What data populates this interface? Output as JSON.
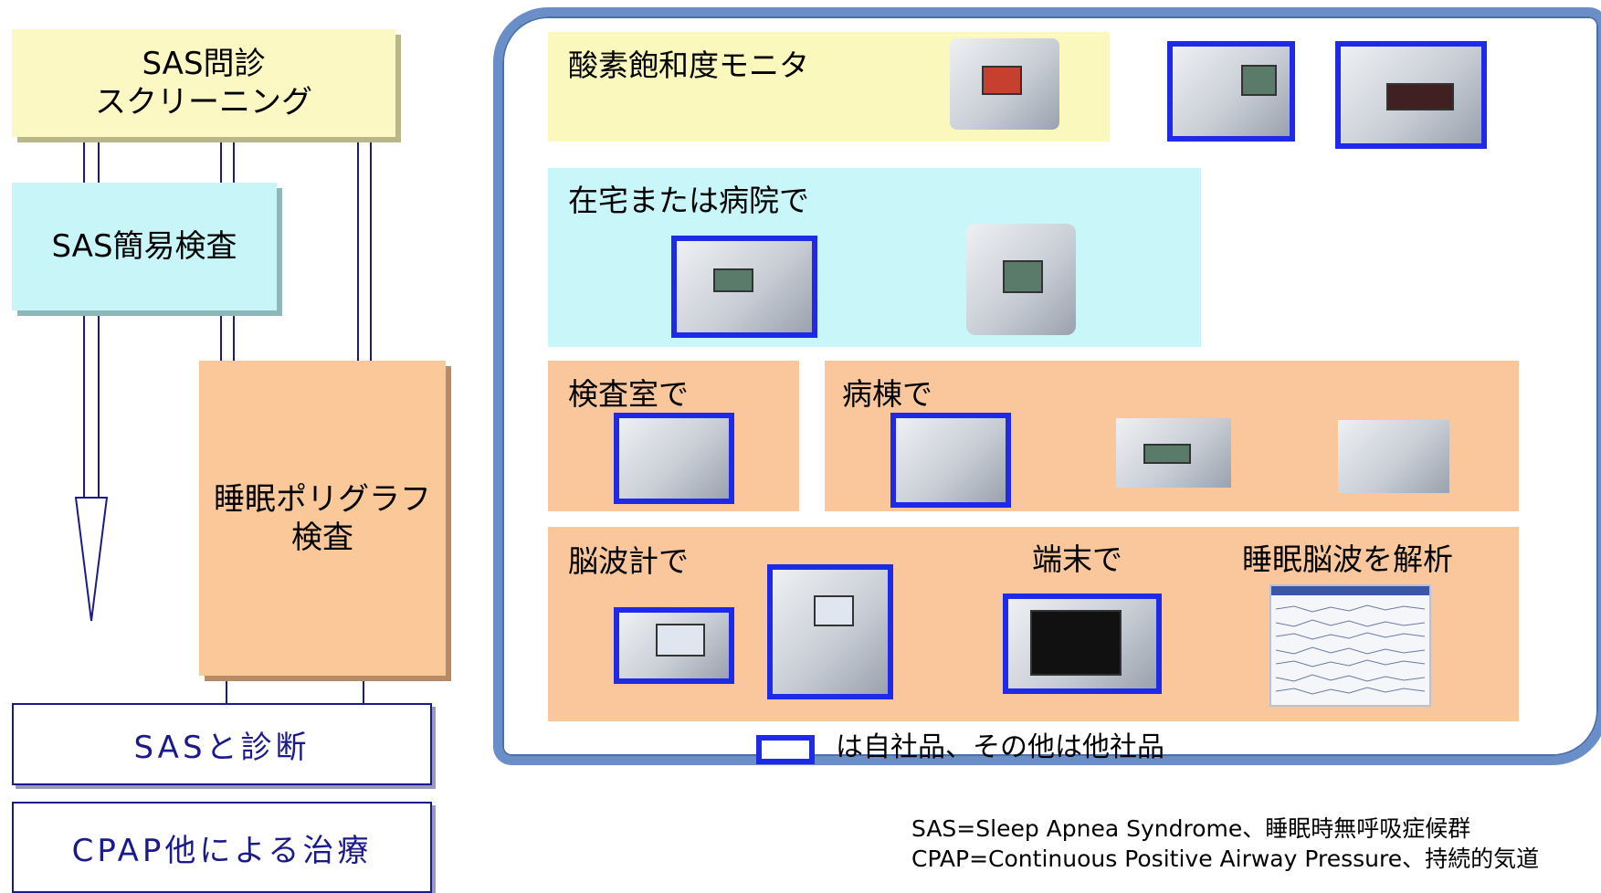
{
  "flow": {
    "screening": {
      "line1": "SAS問診",
      "line2": "スクリーニング"
    },
    "simple_test": "SAS簡易検査",
    "psg": {
      "line1": "睡眠ポリグラフ",
      "line2": "検査"
    },
    "diagnosis": "SASと診断",
    "treatment": "CPAP他による治療"
  },
  "panel": {
    "oximeter": "酸素飽和度モニタ",
    "home_or_hospital": "在宅または病院で",
    "lab": "検査室で",
    "ward": "病棟で",
    "eeg": "脳波計で",
    "terminal": "端末で",
    "analysis": "睡眠脳波を解析",
    "legend": "は自社品、その他は他社品"
  },
  "notes": {
    "sas": "SAS=Sleep Apnea Syndrome、睡眠時無呼吸症候群",
    "cpap": "CPAP=Continuous Positive Airway Pressure、持続的気道"
  },
  "colors": {
    "own_product_border": "#1f2ae8",
    "panel_border": "#6a8fc8",
    "arrow": "#1a1a8c"
  }
}
